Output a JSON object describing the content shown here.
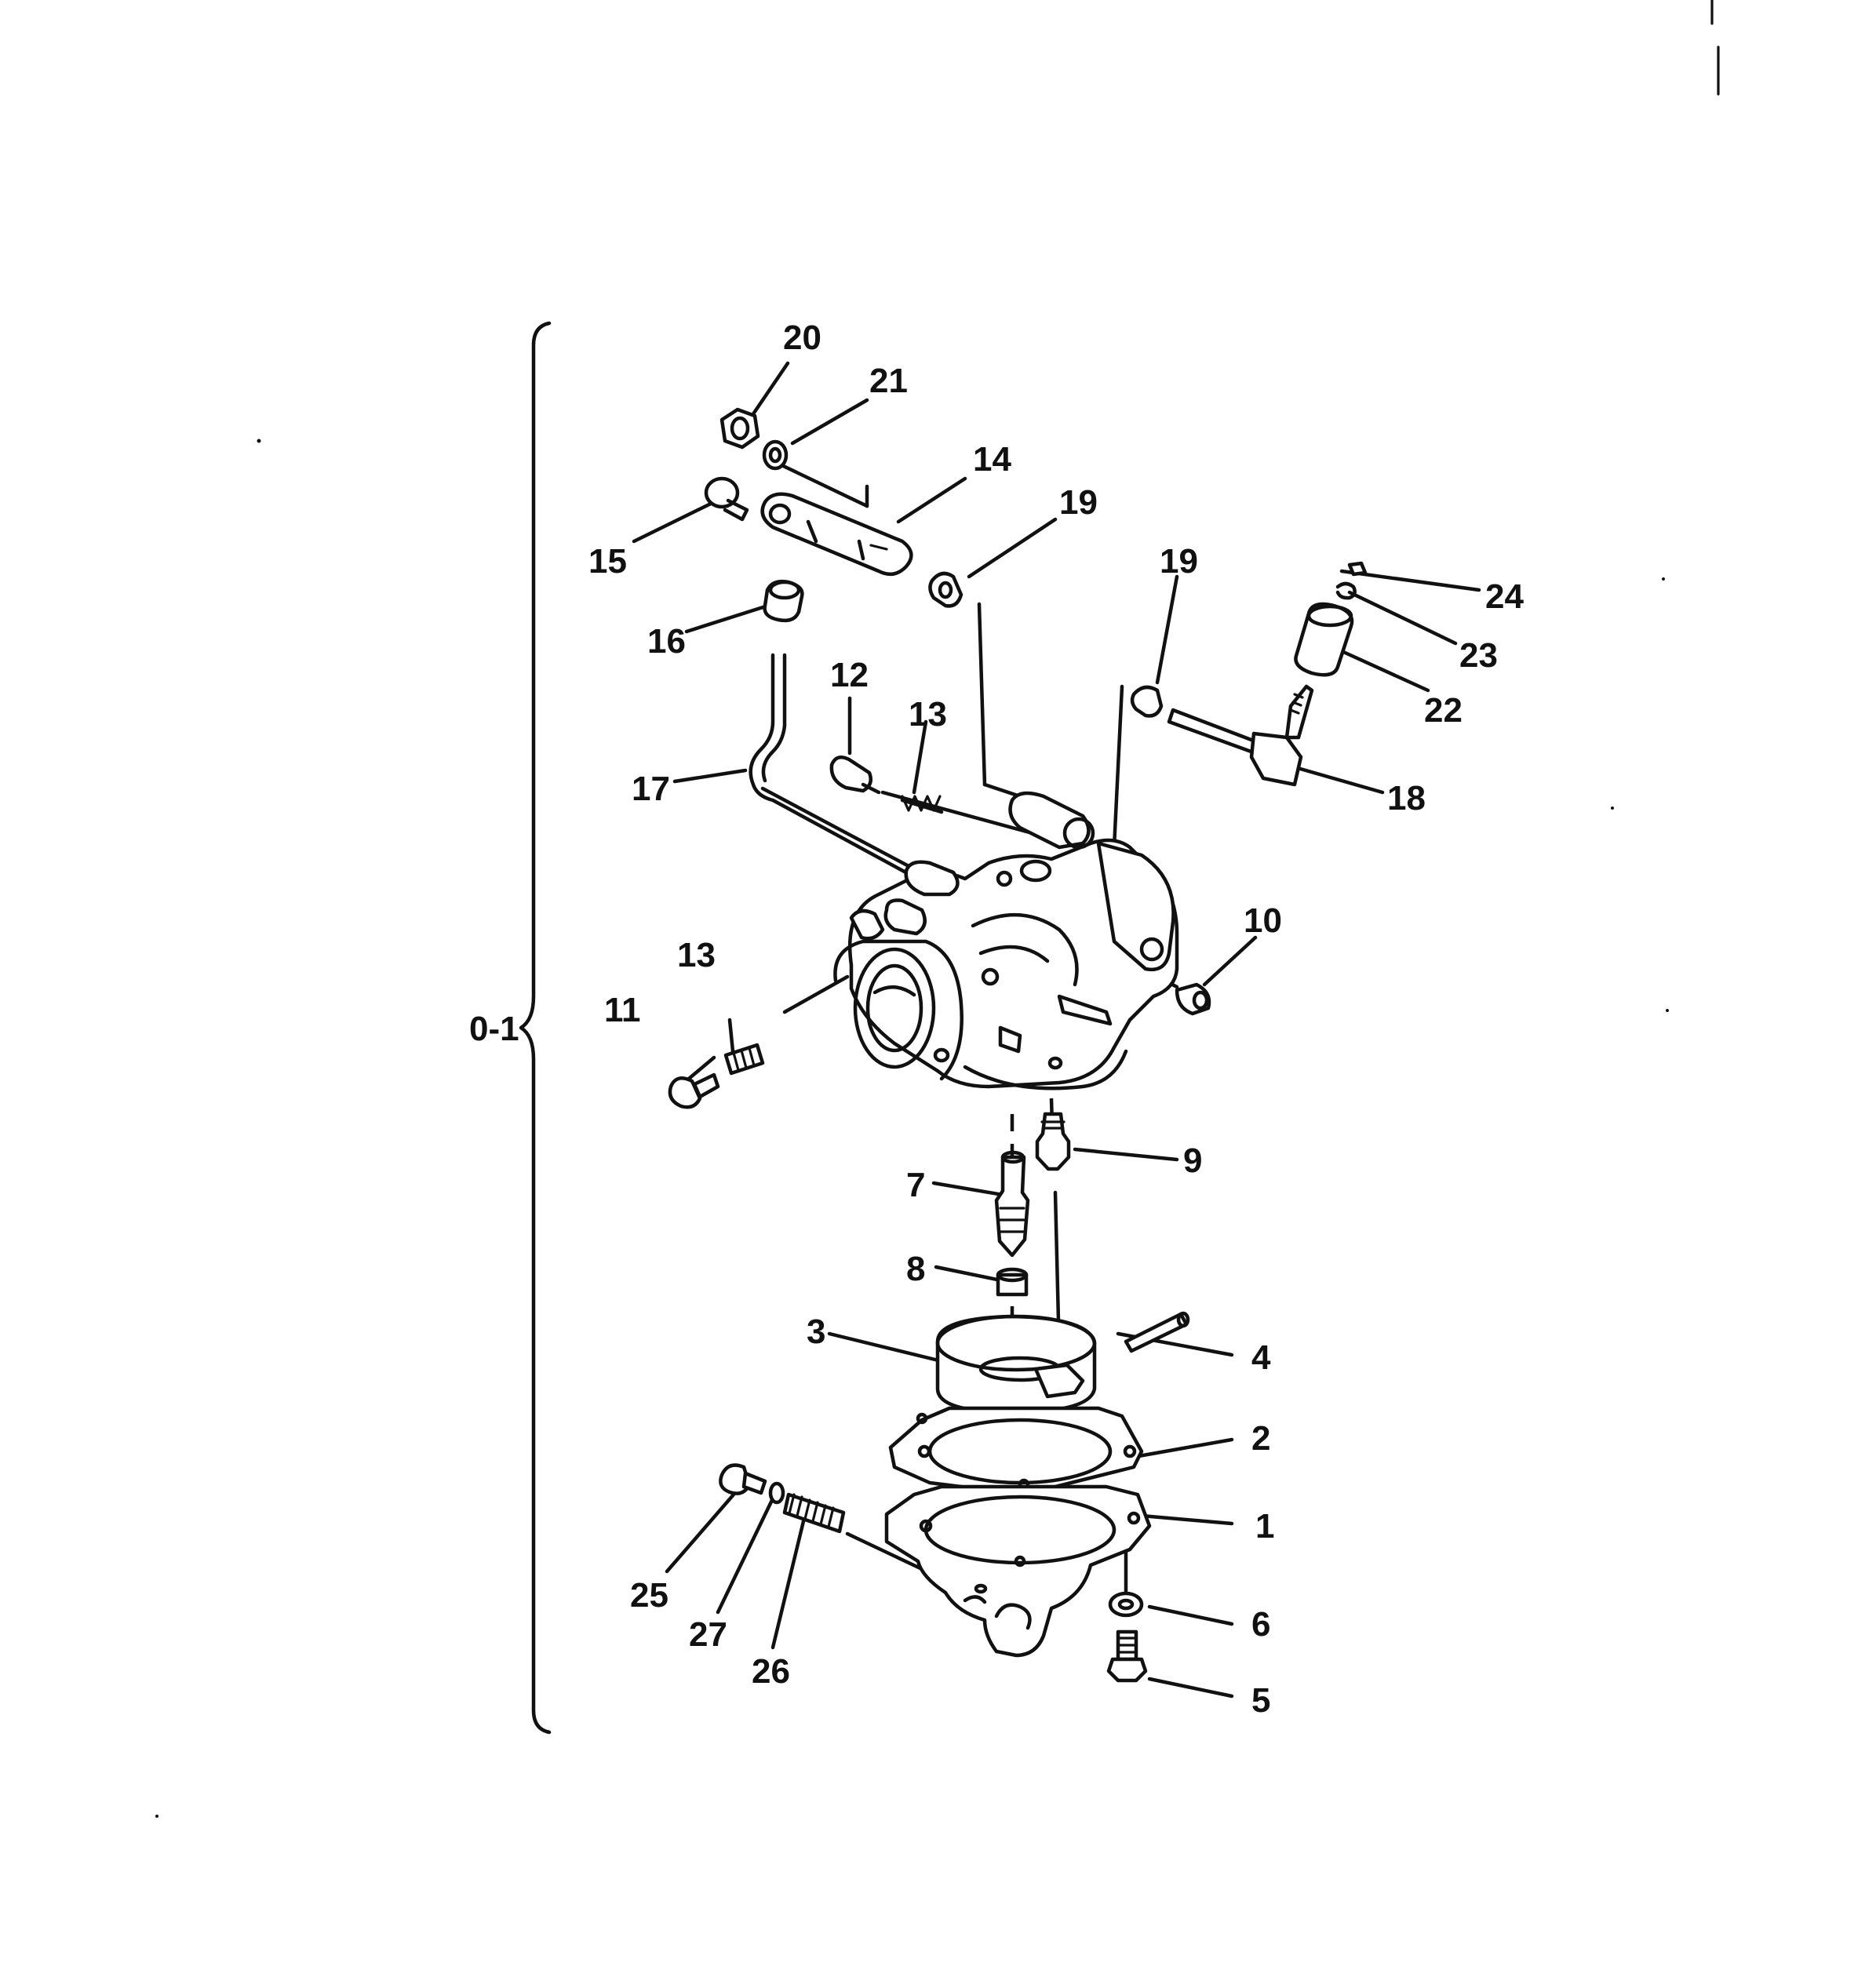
{
  "assembly_label": "0-1",
  "callouts": [
    {
      "id": "c1",
      "text": "1"
    },
    {
      "id": "c2",
      "text": "2"
    },
    {
      "id": "c3",
      "text": "3"
    },
    {
      "id": "c4",
      "text": "4"
    },
    {
      "id": "c5",
      "text": "5"
    },
    {
      "id": "c6",
      "text": "6"
    },
    {
      "id": "c7",
      "text": "7"
    },
    {
      "id": "c8",
      "text": "8"
    },
    {
      "id": "c9",
      "text": "9"
    },
    {
      "id": "c10",
      "text": "10"
    },
    {
      "id": "c11",
      "text": "11"
    },
    {
      "id": "c12",
      "text": "12"
    },
    {
      "id": "c13a",
      "text": "13"
    },
    {
      "id": "c13b",
      "text": "13"
    },
    {
      "id": "c14",
      "text": "14"
    },
    {
      "id": "c15",
      "text": "15"
    },
    {
      "id": "c16",
      "text": "16"
    },
    {
      "id": "c17",
      "text": "17"
    },
    {
      "id": "c18",
      "text": "18"
    },
    {
      "id": "c19a",
      "text": "19"
    },
    {
      "id": "c19b",
      "text": "19"
    },
    {
      "id": "c20",
      "text": "20"
    },
    {
      "id": "c21",
      "text": "21"
    },
    {
      "id": "c22",
      "text": "22"
    },
    {
      "id": "c23",
      "text": "23"
    },
    {
      "id": "c24",
      "text": "24"
    },
    {
      "id": "c25",
      "text": "25"
    },
    {
      "id": "c26",
      "text": "26"
    },
    {
      "id": "c27",
      "text": "27"
    }
  ]
}
